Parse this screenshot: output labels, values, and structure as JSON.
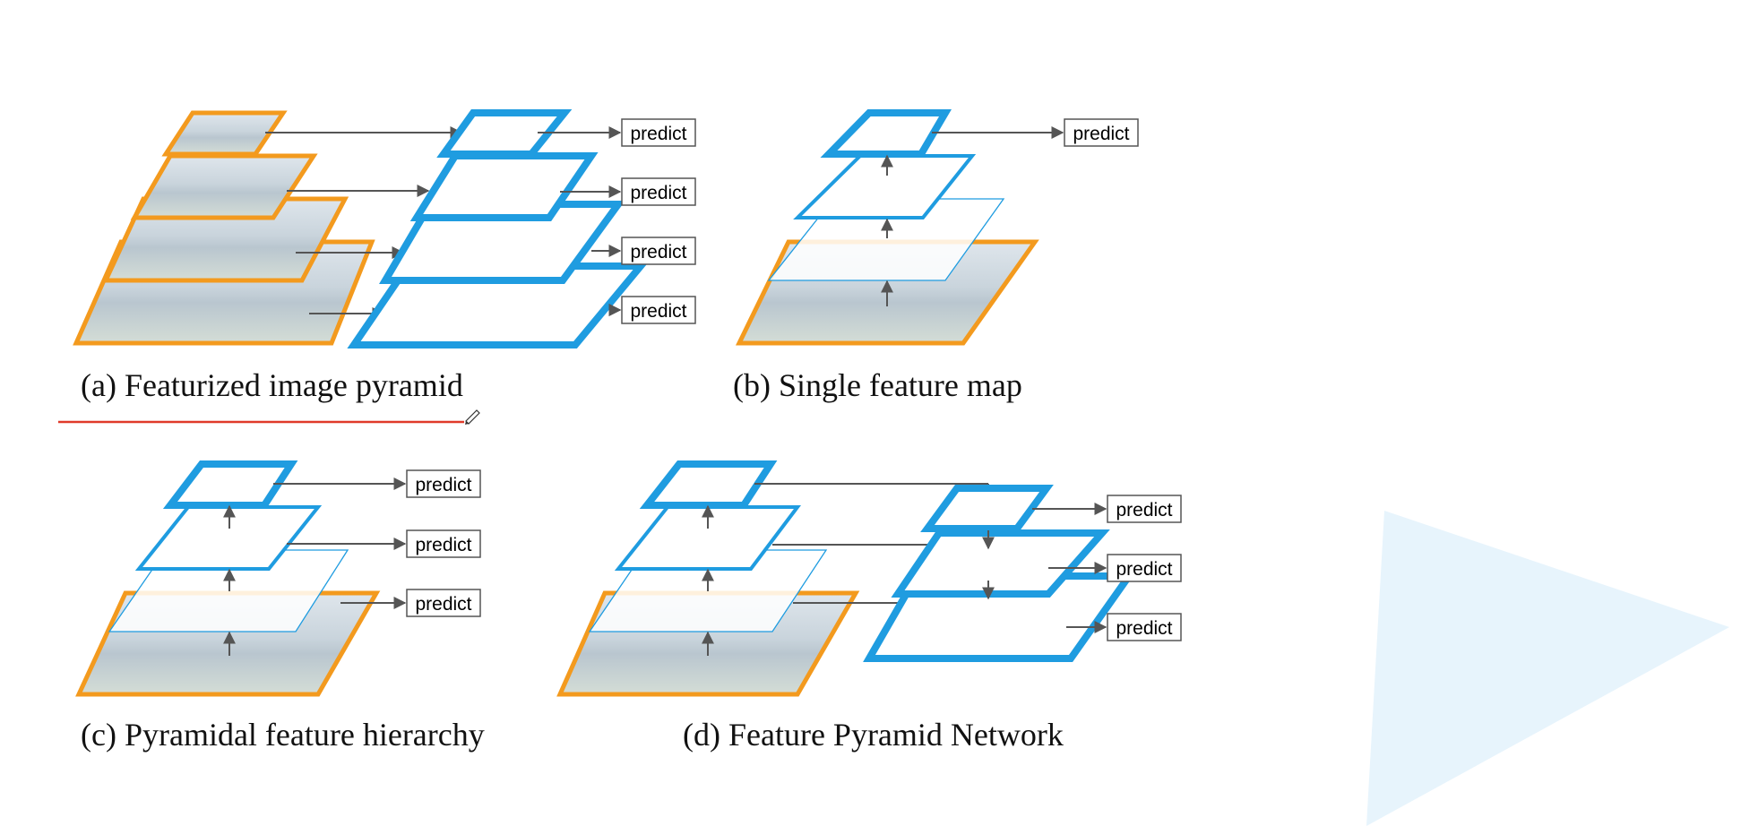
{
  "figure": {
    "captions": {
      "a": "(a) Featurized image pyramid",
      "b": "(b) Single feature map",
      "c": "(c) Pyramidal feature hierarchy",
      "d": "(d) Feature Pyramid Network"
    },
    "predict_label": "predict"
  },
  "colors": {
    "image_border": "#f39a1e",
    "feature_map": "#1f9ce0",
    "annotation_underline": "#e03a2a",
    "background_shape": "#e7f4fc"
  },
  "icons": [
    "pen-cursor-icon"
  ]
}
